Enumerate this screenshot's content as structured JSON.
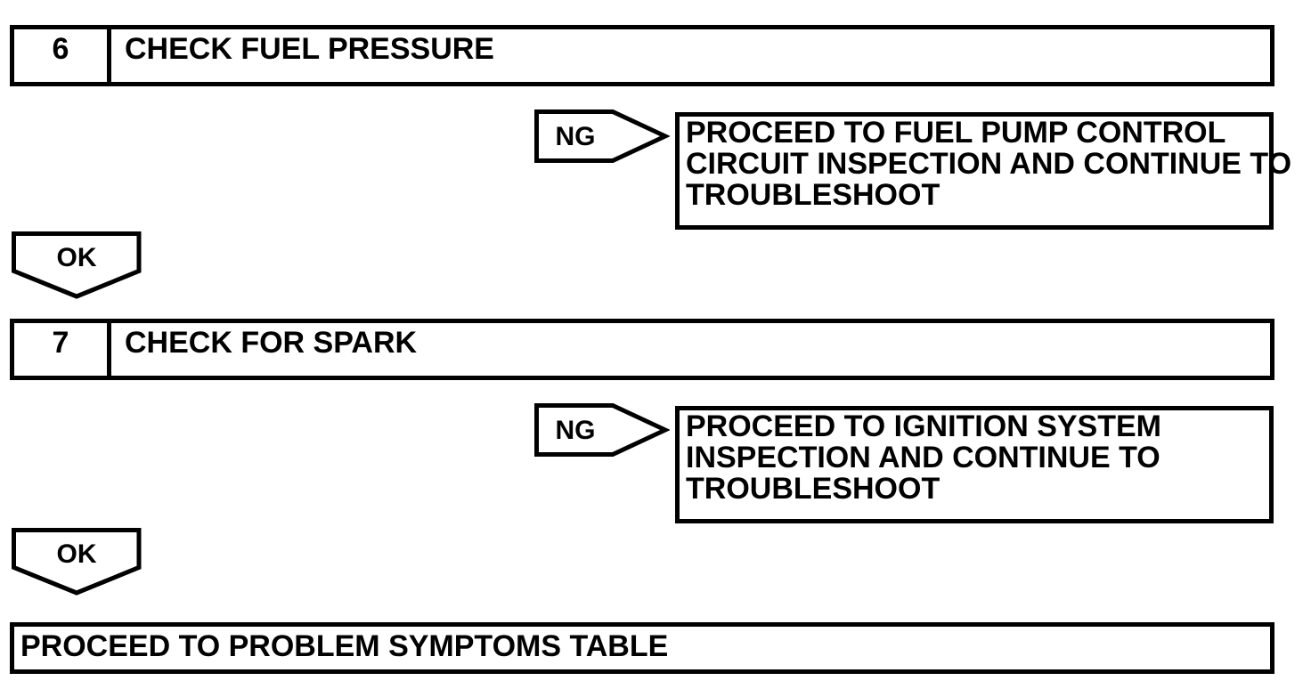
{
  "style": {
    "background_color": "#ffffff",
    "line_color": "#000000"
  },
  "flowchart": {
    "steps": [
      {
        "number": "6",
        "title": "CHECK FUEL PRESSURE",
        "ng": {
          "label": "NG",
          "result_lines": [
            "PROCEED TO FUEL PUMP CONTROL",
            "CIRCUIT INSPECTION AND CONTINUE TO",
            "TROUBLESHOOT"
          ]
        },
        "ok_label": "OK"
      },
      {
        "number": "7",
        "title": "CHECK FOR SPARK",
        "ng": {
          "label": "NG",
          "result_lines": [
            "PROCEED TO IGNITION SYSTEM",
            "INSPECTION AND CONTINUE TO",
            "TROUBLESHOOT"
          ]
        },
        "ok_label": "OK"
      }
    ],
    "final": {
      "text": "PROCEED TO PROBLEM SYMPTOMS TABLE"
    }
  }
}
